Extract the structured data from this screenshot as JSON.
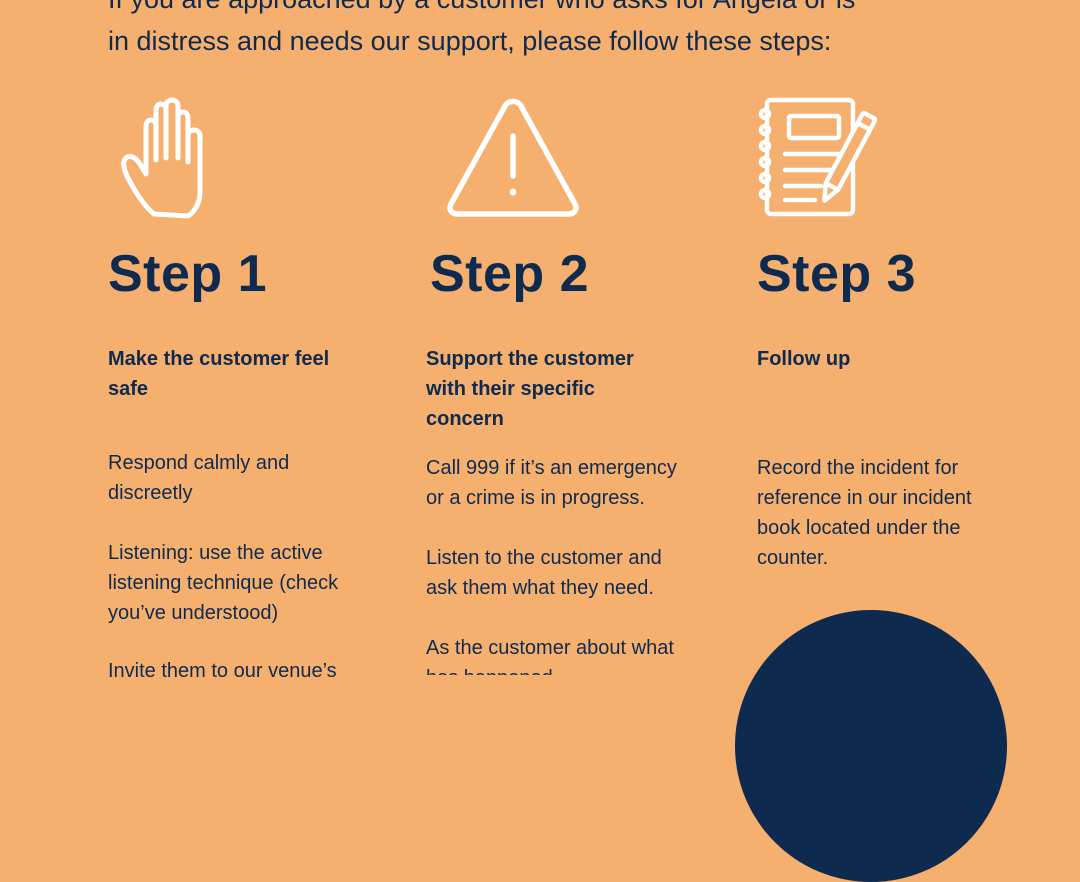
{
  "intro": {
    "line1": "If you are approached by a customer who asks for Angela or is",
    "line2": "in distress and needs our support, please follow these steps:"
  },
  "steps": [
    {
      "title": "Step 1",
      "icon": "hand-icon",
      "subtitle_lines": [
        "Make  the customer feel",
        "safe"
      ],
      "paragraphs": [
        [
          "Respond calmly and",
          "discreetly"
        ],
        [
          "Listening: use the active",
          "listening technique (check",
          "you’ve understood)"
        ],
        [
          "Invite them to our venue’s"
        ]
      ]
    },
    {
      "title": "Step 2",
      "icon": "warning-icon",
      "subtitle_lines": [
        "Support the customer",
        "with their specific",
        "concern"
      ],
      "paragraphs": [
        [
          "Call 999 if it’s an emergency",
          "or a crime is in progress."
        ],
        [
          "Listen to the customer and",
          "ask them what they need."
        ],
        [
          "As the customer about what",
          "has happened"
        ]
      ]
    },
    {
      "title": "Step 3",
      "icon": "notebook-pencil-icon",
      "subtitle_lines": [
        "Follow up"
      ],
      "paragraphs": [
        [
          "Record the incident for",
          "reference in our incident",
          "book located under the",
          "counter."
        ]
      ]
    }
  ],
  "colors": {
    "background": "#F5AF6E",
    "text": "#0E2A4F",
    "icon_stroke": "#FFFFFF"
  }
}
